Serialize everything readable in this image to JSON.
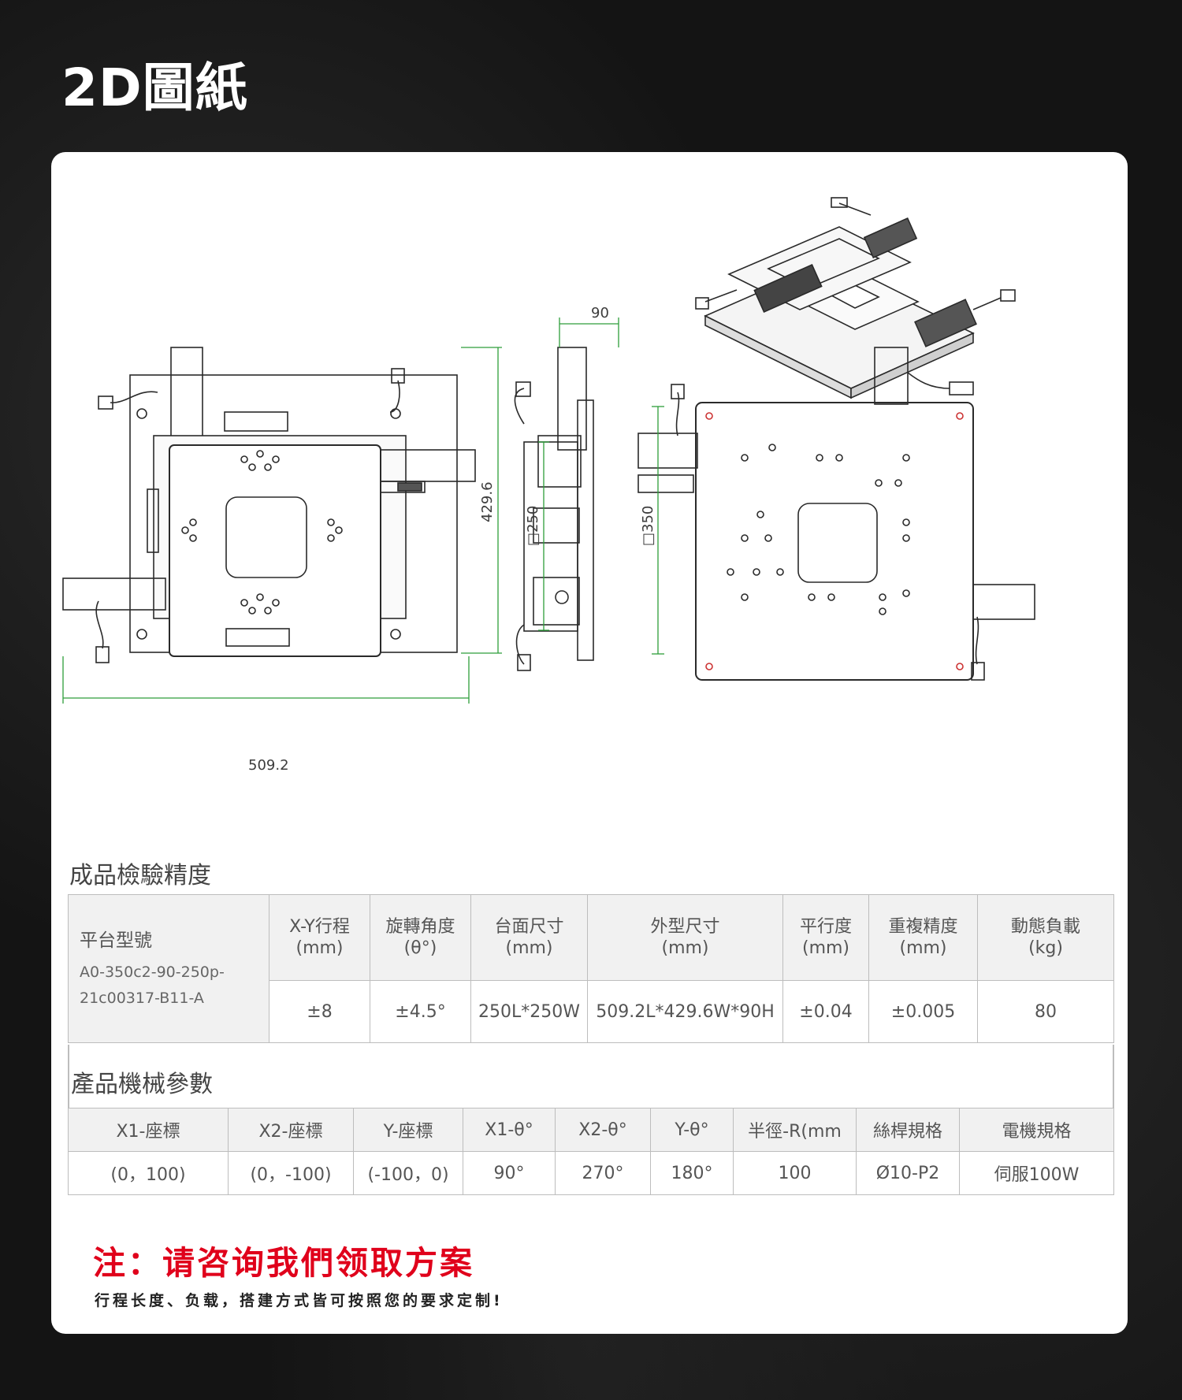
{
  "title": "2D圖紙",
  "drawing": {
    "dims": {
      "top_width": "90",
      "height_left": "429.6",
      "bottom_width": "509.2",
      "table_250": "□250",
      "table_350": "□350"
    }
  },
  "section1": {
    "heading": "成品檢驗精度",
    "model_label": "平台型號",
    "model_value_line1": "A0-350c2-90-250p-",
    "model_value_line2": "21c00317-B11-A",
    "headers": [
      {
        "l1": "X-Y行程",
        "l2": "(mm)"
      },
      {
        "l1": "旋轉角度",
        "l2": "(θ°)"
      },
      {
        "l1": "台面尺寸",
        "l2": "(mm)"
      },
      {
        "l1": "外型尺寸",
        "l2": "(mm)"
      },
      {
        "l1": "平行度",
        "l2": "(mm)"
      },
      {
        "l1": "重複精度",
        "l2": "(mm)"
      },
      {
        "l1": "動態負載",
        "l2": "(kg)"
      }
    ],
    "values": [
      "±8",
      "±4.5°",
      "250L*250W",
      "509.2L*429.6W*90H",
      "±0.04",
      "±0.005",
      "80"
    ]
  },
  "section2": {
    "heading": "產品機械參數",
    "headers": [
      "X1-座標",
      "X2-座標",
      "Y-座標",
      "X1-θ°",
      "X2-θ°",
      "Y-θ°",
      "半徑-R(mm",
      "絲桿規格",
      "電機規格"
    ],
    "values": [
      "(0，100)",
      "(0，-100)",
      "(-100，0)",
      "90°",
      "270°",
      "180°",
      "100",
      "Ø10-P2",
      "伺服100W"
    ]
  },
  "note": {
    "title": "注：请咨询我們领取方案",
    "body": "行程长度、负载，搭建方式皆可按照您的要求定制!"
  }
}
